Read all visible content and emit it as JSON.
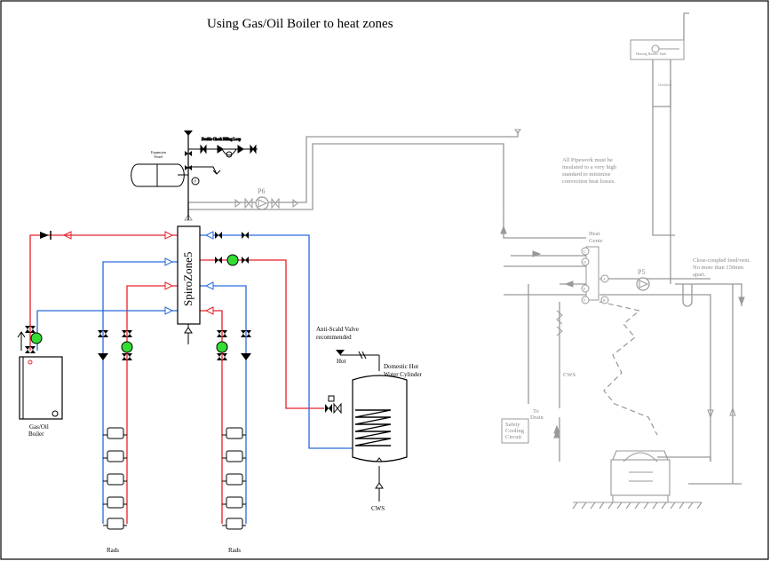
{
  "title": "Using Gas/Oil Boiler to heat zones",
  "labels": {
    "boiler": [
      "Gas/Oil",
      "Boiler"
    ],
    "spirozone": "SpiroZone5",
    "expansion_vessel": [
      "Expansion",
      "Vessel"
    ],
    "filling_loop": "Double Check Filling Loop",
    "p6": "P6",
    "p5": "P5",
    "anti_scald": [
      "Anti-Scald Valve",
      "recommended"
    ],
    "hot": "Hot",
    "cylinder": [
      "Domestic Hot",
      "Water Cylinder"
    ],
    "cws_cylinder": "CWS",
    "rads_left": "Rads",
    "rads_right": "Rads",
    "header_tank": "Heating Header Tank",
    "overflow": "Overflow",
    "pipework_note": [
      "All Pipework must be",
      "insulated to a very high",
      "standard to minimise",
      "convection heat losses."
    ],
    "heat_genie": [
      "Heat",
      "Genie"
    ],
    "close_coupled": [
      "Close-coupled feed/vent.",
      "No more than 150mm",
      "apart."
    ],
    "cws_stove": "CWS",
    "to_drain": [
      "To",
      "Drain"
    ],
    "safety_circuit": [
      "Safety",
      "Cooling",
      "Circuit"
    ],
    "genie_ports": [
      "C",
      "D",
      "E",
      "F",
      "A",
      "B"
    ],
    "vessel_gauge": "P"
  },
  "colors": {
    "flow": "#e8202a",
    "return": "#2a6ad9",
    "pump": "#33dd33",
    "grey": "#999999",
    "black": "#000000"
  }
}
